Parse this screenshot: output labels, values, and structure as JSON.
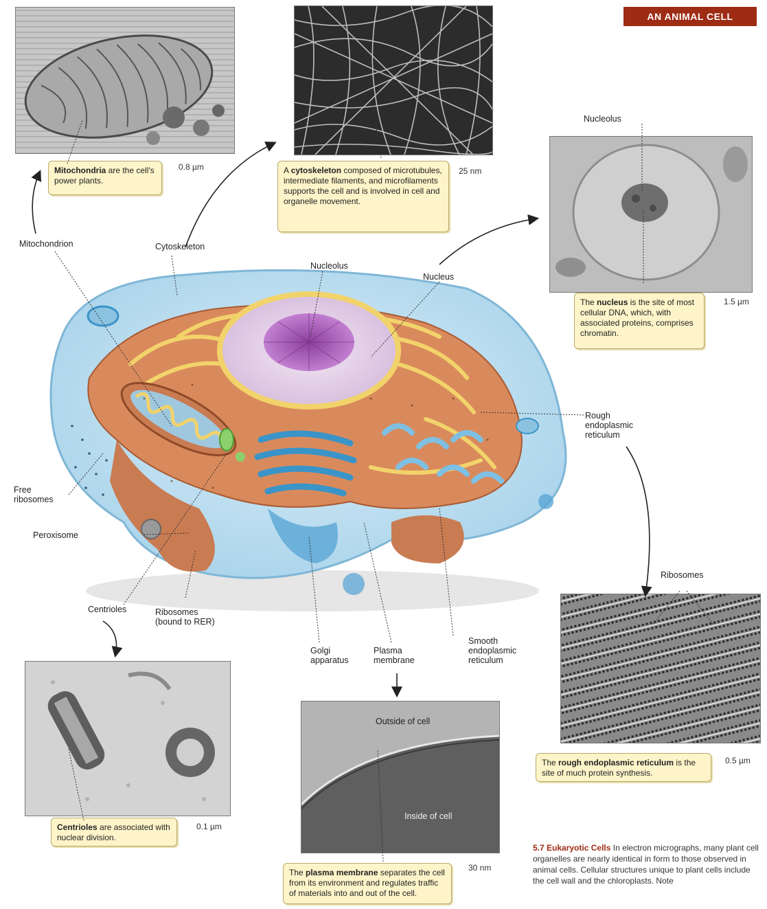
{
  "banner": {
    "title": "AN ANIMAL CELL"
  },
  "micrographs": {
    "mitochondria": {
      "scale": "0.8 µm",
      "callout_bold": "Mitochondria",
      "callout_text": " are the cell's power plants."
    },
    "cytoskeleton": {
      "scale": "25 nm",
      "callout_prefix": "A ",
      "callout_bold": "cytoskeleton",
      "callout_text": " composed of microtubules, intermediate filaments, and microfilaments supports the cell and is involved in cell and organelle movement."
    },
    "nucleus": {
      "top_label": "Nucleolus",
      "scale": "1.5 µm",
      "callout_prefix": "The ",
      "callout_bold": "nucleus",
      "callout_text": " is the site of most cellular DNA, which, with associated proteins, comprises chromatin."
    },
    "rer": {
      "top_label": "Ribosomes",
      "scale": "0.5 µm",
      "callout_prefix": "The ",
      "callout_bold": "rough endoplasmic reticulum",
      "callout_text": " is the site of much protein synthesis."
    },
    "centrioles": {
      "scale": "0.1 µm",
      "callout_bold": "Centrioles",
      "callout_text": " are associated with nuclear division."
    },
    "plasma": {
      "outside_label": "Outside of cell",
      "inside_label": "Inside of cell",
      "scale": "30 nm",
      "callout_prefix": "The ",
      "callout_bold": "plasma membrane",
      "callout_text": " separates the cell from its environment and regulates traffic of materials into and out of the cell."
    }
  },
  "labels": {
    "mitochondrion": "Mitochondrion",
    "cytoskeleton": "Cytoskeleton",
    "nucleolus": "Nucleolus",
    "nucleus": "Nucleus",
    "rough_er": "Rough\nendoplasmic\nreticulum",
    "free_ribosomes": "Free\nribosomes",
    "peroxisome": "Peroxisome",
    "centrioles": "Centrioles",
    "ribosomes_bound": "Ribosomes\n(bound to RER)",
    "golgi": "Golgi\napparatus",
    "plasma_membrane": "Plasma\nmembrane",
    "smooth_er": "Smooth\nendoplasmic\nreticulum"
  },
  "caption": {
    "number": "5.7",
    "title": "Eukaryotic Cells",
    "text": "In electron micrographs, many plant cell organelles are nearly identical in form to those observed in animal cells. Cellular structures unique to plant cells include the cell wall and the chloroplasts. Note"
  }
}
